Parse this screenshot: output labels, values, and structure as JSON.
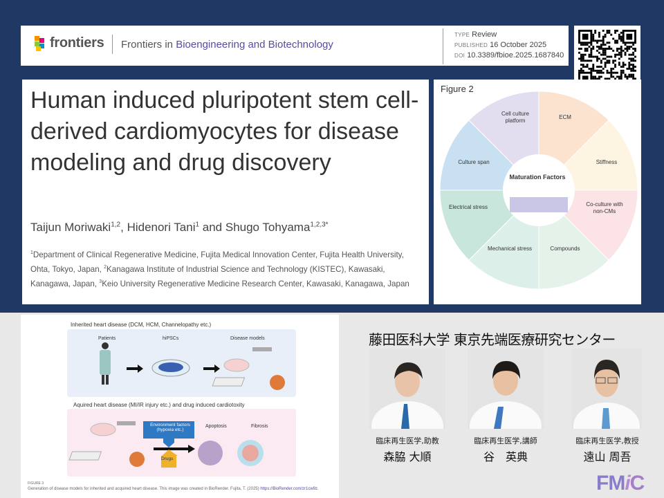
{
  "header": {
    "logo_text": "frontiers",
    "journal_prefix": "Frontiers in",
    "journal_name": "Bioengineering and Biotechnology",
    "type_label": "TYPE",
    "type_value": "Review",
    "published_label": "PUBLISHED",
    "published_value": "16 October 2025",
    "doi_label": "DOI",
    "doi_value": "10.3389/fbioe.2025.1687840"
  },
  "article": {
    "title": "Human induced pluripotent stem cell-derived cardiomyocytes for disease modeling and drug discovery",
    "authors": [
      {
        "name": "Taijun Moriwaki",
        "sup": "1,2"
      },
      {
        "name": "Hidenori Tani",
        "sup": "1"
      },
      {
        "name": "Shugo Tohyama",
        "sup": "1,2,3*"
      }
    ],
    "authors_joiner_1": ", ",
    "authors_joiner_2": " and ",
    "affiliations": [
      {
        "sup": "1",
        "text": "Department of Clinical Regenerative Medicine, Fujita Medical Innovation Center, Fujita Health University, Ohta, Tokyo, Japan, "
      },
      {
        "sup": "2",
        "text": "Kanagawa Institute of Industrial Science and Technology (KISTEC), Kawasaki, Kanagawa, Japan, "
      },
      {
        "sup": "3",
        "text": "Keio University Regenerative Medicine Research Center, Kawasaki, Kanagawa, Japan"
      }
    ]
  },
  "figure2": {
    "title": "Figure 2",
    "center": "Maturation Factors",
    "sectors": [
      {
        "label": "ECM",
        "color": "#fbe3cf"
      },
      {
        "label": "Stiffness",
        "color": "#fdf5e2"
      },
      {
        "label": "Co-culture with non-CMs",
        "color": "#fbe3e6"
      },
      {
        "label": "Compounds",
        "color": "#e5f2ea"
      },
      {
        "label": "Mechanical stress",
        "color": "#dcefe8"
      },
      {
        "label": "Electrical stress",
        "color": "#c9e6dc"
      },
      {
        "label": "Culture span",
        "color": "#c8e0f2"
      },
      {
        "label": "Cell culture platform",
        "color": "#e2def0"
      }
    ]
  },
  "figure3": {
    "inherited_title": "Inherited heart disease (DCM, HCM, Channelopathy etc.)",
    "patients": "Patients",
    "hipscs": "hiPSCs",
    "disease_models": "Disease models",
    "acquired_title": "Aquired heart disease (MI/IR injury etc.) and drug induced cardiotoxity",
    "environment": "Environment factors (hypoxia etc.)",
    "drugs": "Drugs",
    "apoptosis": "Apoptosis",
    "fibrosis": "Fibrosis",
    "caption_label": "FIGURE 3",
    "caption": "Generation of disease models for inherited and acquired heart disease. This image was created in BioRender. Fujita, T. (2025) ",
    "caption_link": "https://BioRender.com/zr1cw9z."
  },
  "center": {
    "title": "藤田医科大学 東京先端医療研究センター",
    "people": [
      {
        "role": "臨床再生医学,助教",
        "name": "森脇 大順"
      },
      {
        "role": "臨床再生医学,講師",
        "name": "谷　英典"
      },
      {
        "role": "臨床再生医学,教授",
        "name": "遠山 周吾"
      }
    ],
    "logo": "FMiC"
  }
}
